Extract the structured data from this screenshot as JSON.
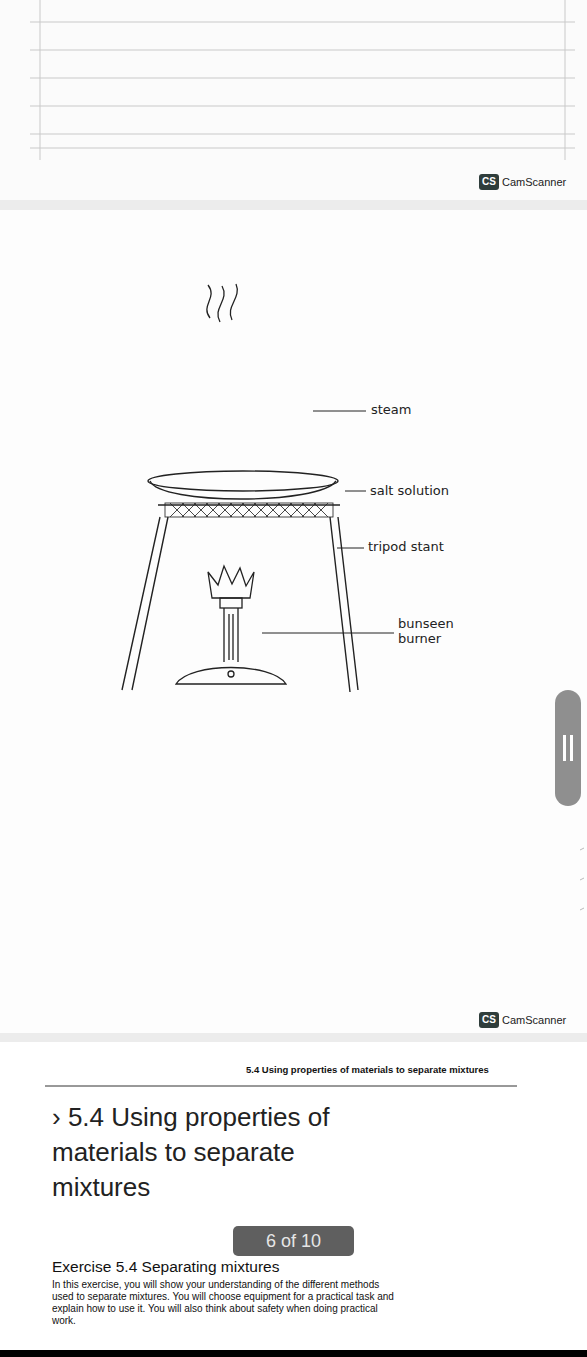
{
  "diagram": {
    "title": "› 5.4 Using properties of materials to separate mixtures",
    "labels": [
      "CS",
      "CamScanner",
      "steam",
      "salt solution",
      "tripod stant",
      "bunseen burner",
      "CS",
      "CamScanner",
      "5.4 Using properties of materials to separate mixtures",
      "6 of 10",
      "Exercise 5.4 Separating mixtures",
      "In this exercise, you will show your understanding of the different methods used to separate mixtures. You will choose equipment for a practical task and explain how to use it. You will also think about safety when doing practical work."
    ]
  }
}
